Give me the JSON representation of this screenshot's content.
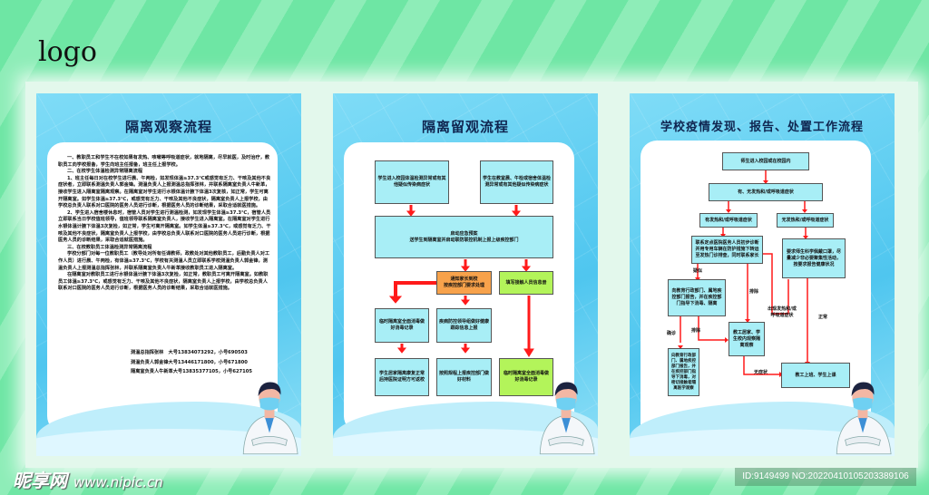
{
  "logo": "logo",
  "poster1": {
    "title": "隔离观察流程",
    "paragraphs": [
      "一、教职员工和学生不在校如果有发热、咳嗽等呼吸道症状，就地隔离，尽早就医，及时治疗，教职员工向学校报备，学生向班主任报备，班主任上报学校。",
      "二、在校学生体温检测异常隔离流程",
      "1、班主任每日对在校学生进行晨、午两检，如发现体温≥37.3℃或感觉有乏力、干咳及其他不良症状者，立即联系测温负责人郭金锋。测温负责人上报测温总指挥张林，并联系隔离室负责人牛新革，接收学生进入隔离室隔离观察。在隔离室对学生进行水银体温计腋下体温3次复核，如正常，学生可离开隔离室。如学生体温≥37.3℃，或感觉有乏力、干咳及其他不良症状，隔离室负责人上报学校，由学校总负责人联系对口医院的医务人员进行诊断，根据医务人员的诊断结果，采取合适就医措施。",
      "2、学生进入宿舍楼休息时，宿管人员对学生进行测温检测，如发现学生体温≥37.3℃，宿管人员立即联系当日学校值班领导，值班领导联系隔离室负责人，接收学生进入隔离室。在隔离室对学生进行水银体温计腋下体温3次复检，如正常，学生可离开隔离室。如学生体温≥37.3℃，或感觉有乏力、干咳及其他不良症状，隔离室负责人上报学校，由学校总负责人联系对口医院的医务人员进行诊断，根据医务人员的诊断结果，采取合适就医措施。",
      "三、在校教职员工体温检测异常隔离流程",
      "学校分部门对每一位教职员工（教导处对所有任课教师，政教处对其他教职员工，后勤负责人对工作人员）进行晨、午两检，有体温≥37.3℃，学校有关测温人员立即联系学校测温负责人郭金锋，测温负责人上报测温总指挥张林，并联系隔离室负责人牛新革接收教职员工进入隔离室。",
      "在隔离室对教职员工进行水银体温计腋下体温3次复检，如正常，教职员工可离开隔离室。如教职员工体温≥37.3℃，或感觉有乏力、干咳及其他不良症状，隔离室负责人上报学校，由学校总负责人联系对口医院的医务人员进行诊断，根据医务人员的诊断结果，采取合适就医措施。"
    ],
    "contacts": [
      "测温总指挥张林　大号13834073292，小号690503",
      "测温负责人郭金锋大号13446171800，小号671800",
      "隔离室负责人牛新革大号13835377105，小号627105"
    ]
  },
  "poster2": {
    "title": "隔离留观流程",
    "boxes": [
      "学生进入校园体温检测异常或有其他疑似传染病症状",
      "学生在教室晨、午检或宿舍体温检测异常或有其他疑似传染病症状",
      "启动应急预案\n送学生到隔离室并启动联防联控机制上报上级疾控部门",
      "通知家长到校\n按疾控部门要求处理",
      "填写接触人员信息册",
      "临时隔离室全面消毒做好消毒记录",
      "疾病防控领导组做好健康跟踪信息上报",
      "学生居家隔离康复正常后持医院证明方可返校",
      "按照规程上报疾控部门做好材料",
      "临时隔离室全面消毒做好消毒记录"
    ]
  },
  "poster3": {
    "title": "学校疫情发现、报告、处置工作流程",
    "boxes": [
      "师生进入校园或在校园内",
      "有、无发热和/或呼吸道症状",
      "有发热和/或呼吸道症状",
      "无发热和/或呼吸道症状",
      "联系定点医院医务人员初步诊断并用专用车辆在防护措施下转运至发热门诊排查，同时联系家长",
      "要求师生科学佩戴口罩，尽量减少非必要聚集性活动，按要求报告健康状况",
      "向教育行政部门、属地疾控部门报告，并在疾控部门指导下消毒、隔离",
      "向教育行政部门、属地疾控部门报告，并在疾控部门指导下消毒，对密切接触者隔离医学观察",
      "教工居家、学生校内观察隔离观察",
      "教工上班、学生上课"
    ],
    "labels": [
      "疑似",
      "排除",
      "排除",
      "确诊",
      "出现发热和/或呼吸道症状",
      "正常",
      "无症状"
    ]
  },
  "watermark": {
    "site": "昵享网",
    "url": "www.nipic.cn",
    "id": "ID:9149499 NO:20220410105203389106"
  },
  "colors": {
    "background": "#6ee6a4",
    "poster": "#4fc6ef",
    "box": "#a8eef6",
    "arrow": "#ff1a1a",
    "orange": "#f7a24b",
    "green": "#b3f45a"
  }
}
